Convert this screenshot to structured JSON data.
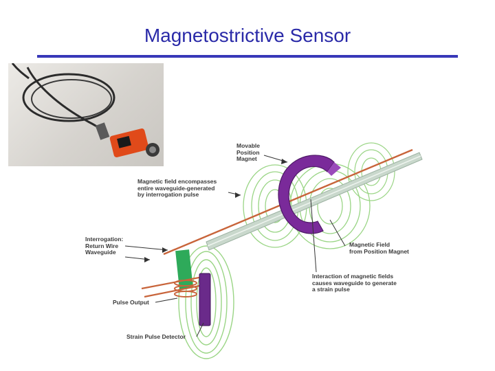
{
  "slide": {
    "title": "Magnetostrictive Sensor"
  },
  "diagram": {
    "labels": {
      "movable_position_magnet": [
        "Movable",
        "Position",
        "Magnet"
      ],
      "magnetic_field_waveguide": [
        "Magnetic field encompasses",
        "entire waveguide-generated",
        "by interrogation pulse"
      ],
      "interrogation": [
        "Interrogation:",
        "Return Wire",
        "Waveguide"
      ],
      "magnetic_field_position": [
        "Magnetic Field",
        "from Position Magnet"
      ],
      "interaction": [
        "Interaction of magnetic fields",
        "causes waveguide to generate",
        "a strain pulse"
      ],
      "pulse_output": "Pulse Output",
      "strain_pulse_detector": "Strain Pulse Detector"
    },
    "colors": {
      "title": "#2a2aa8",
      "rule": "#3838b8",
      "magnet": "#7a2a9a",
      "field_lines": "#8fd07a",
      "waveguide": "#c9d8cc",
      "wire": "#c8643a",
      "pulse_output": "#2eaa5a",
      "detector": "#6a2a8a"
    }
  }
}
